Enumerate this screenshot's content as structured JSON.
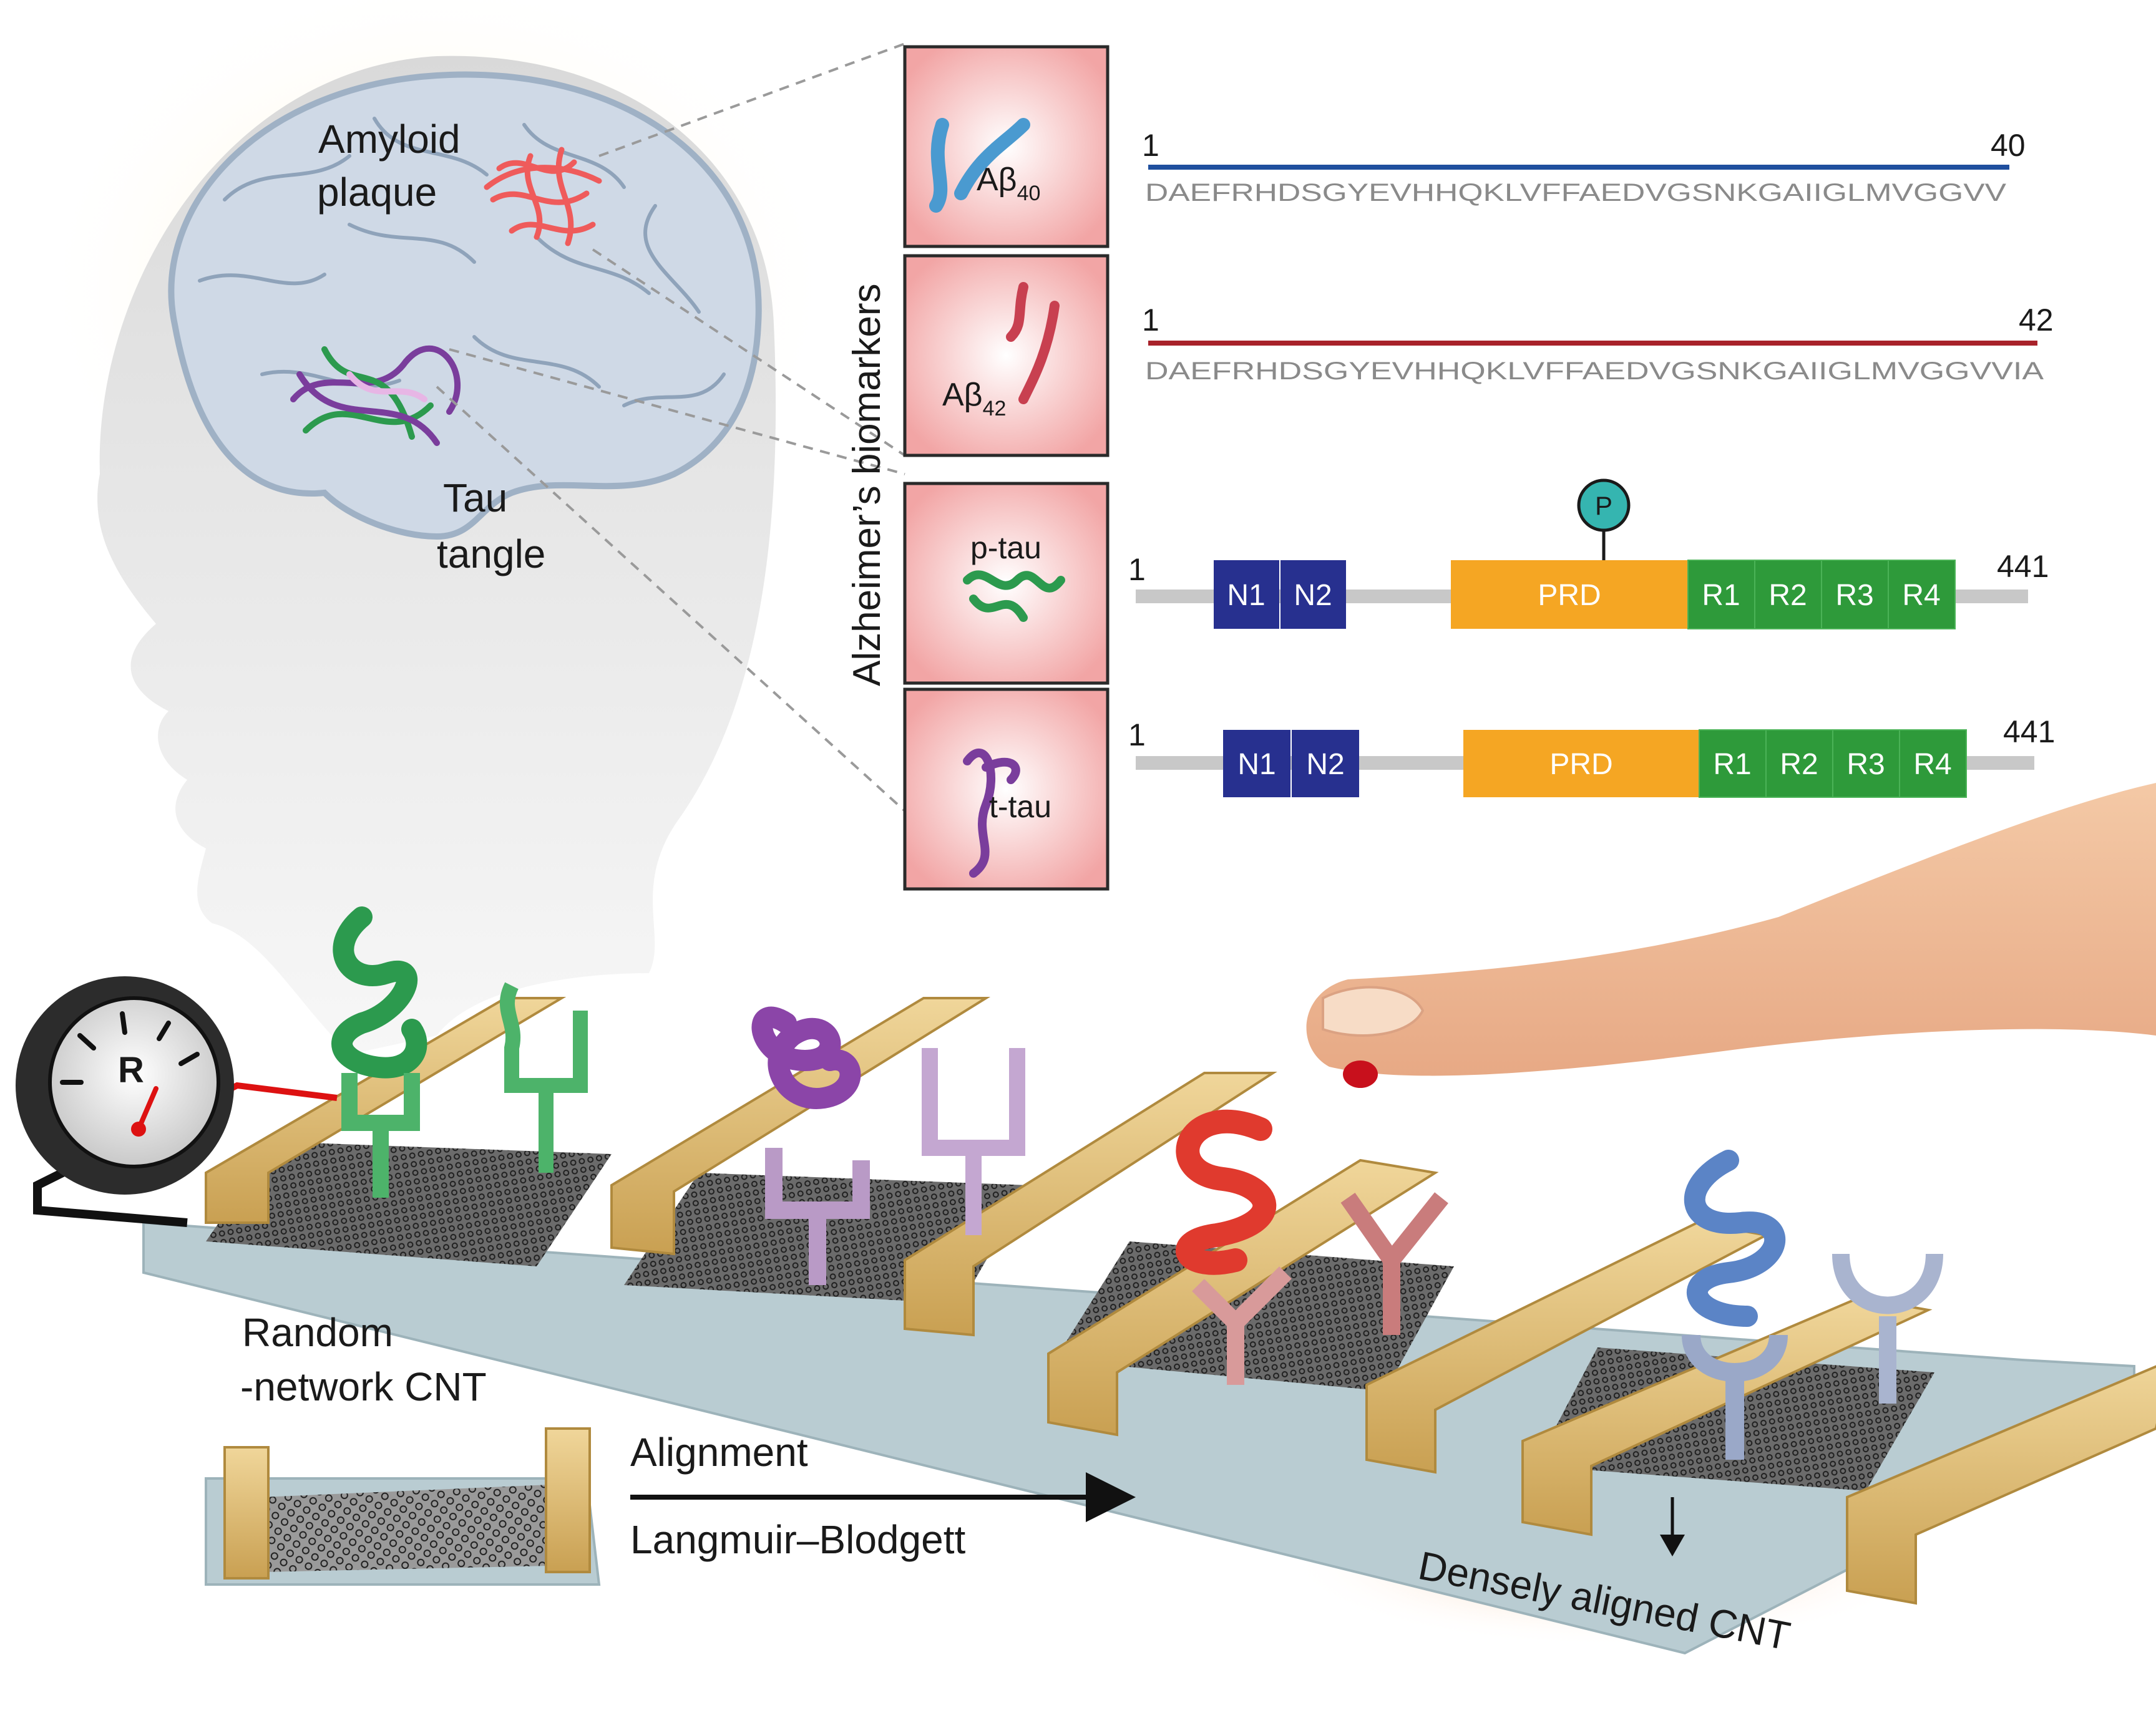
{
  "brain": {
    "amyloid_label_line1": "Amyloid",
    "amyloid_label_line2": "plaque",
    "tau_label_line1": "Tau",
    "tau_label_line2": "tangle"
  },
  "biomarkers": {
    "side_title": "Alzheimer’s biomarkers",
    "ab40": {
      "name_main": "Aβ",
      "name_sub": "40",
      "start": "1",
      "end": "40",
      "sequence": "DAEFRHDSGYEVHHQKLVFFAEDVGSNKGAIIGLMVGGVV",
      "color": "#1f4f9e"
    },
    "ab42": {
      "name_main": "Aβ",
      "name_sub": "42",
      "start": "1",
      "end": "42",
      "sequence": "DAEFRHDSGYEVHHQKLVFFAEDVGSNKGAIIGLMVGGVVIA",
      "color": "#a8222a"
    },
    "ptau": {
      "name": "p-tau",
      "start": "1",
      "end": "441",
      "phospho_label": "P",
      "domains": [
        "N1",
        "N2",
        "PRD",
        "R1",
        "R2",
        "R3",
        "R4"
      ]
    },
    "ttau": {
      "name": "t-tau",
      "start": "1",
      "end": "441",
      "domains": [
        "N1",
        "N2",
        "PRD",
        "R1",
        "R2",
        "R3",
        "R4"
      ]
    }
  },
  "colors": {
    "n_domain": "#27308f",
    "prd_domain": "#f5a623",
    "r_domain": "#2e9a3a",
    "backbone": "#c8c8c8",
    "electrode": "#e6c47a",
    "phospho": "#35b5b0"
  },
  "meter": {
    "symbol": "R"
  },
  "device": {
    "random_label_line1": "Random",
    "random_label_line2": "-network CNT",
    "arrow_top_label": "Alignment",
    "arrow_bottom_label": "Langmuir–Blodgett",
    "aligned_label": "Densely aligned CNT"
  }
}
